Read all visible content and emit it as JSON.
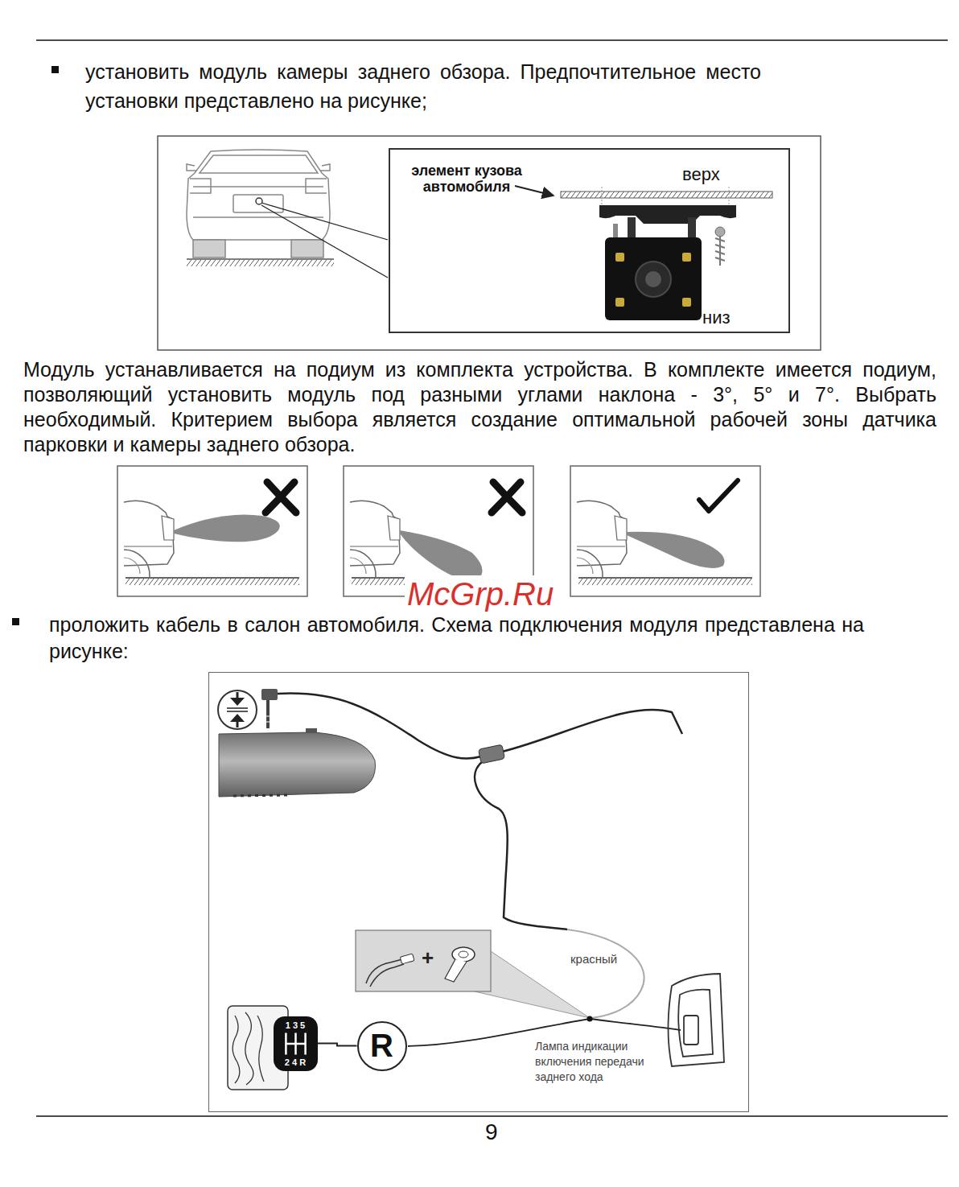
{
  "diagram": {
    "nodes": [
      {
        "text": [
          "элемент кузова автомобиля",
          "верх",
          "низ"
        ]
      },
      {
        "text": [
          "красный",
          "Лампа индикации включения передачи заднего хода"
        ]
      },
      {
        "text": [
          "1 3 5",
          "2 4 R"
        ],
        "in": 1
      },
      {
        "text": [
          "R"
        ],
        "in": 1
      }
    ],
    "edges": [
      {
        "from": 2,
        "to": 3,
        "arrow": "none"
      }
    ],
    "labels": [
      "установить модуль камеры заднего обзора. Предпочтительное место установки представлено на рисунке;",
      "Модуль устанавливается на подиум из комплекта устройства. В комплекте имеется подиум, позволяющий установить модуль под разными углами наклона - 3°, 5° и 7°. Выбрать необходимый. Критерием выбора является создание оптимальной рабочей зоны датчика парковки и камеры заднего обзора.",
      "McGrp.Ru",
      "проложить кабель в салон автомобиля. Схема подключения модуля представлена на рисунке:",
      "+",
      "9"
    ]
  }
}
